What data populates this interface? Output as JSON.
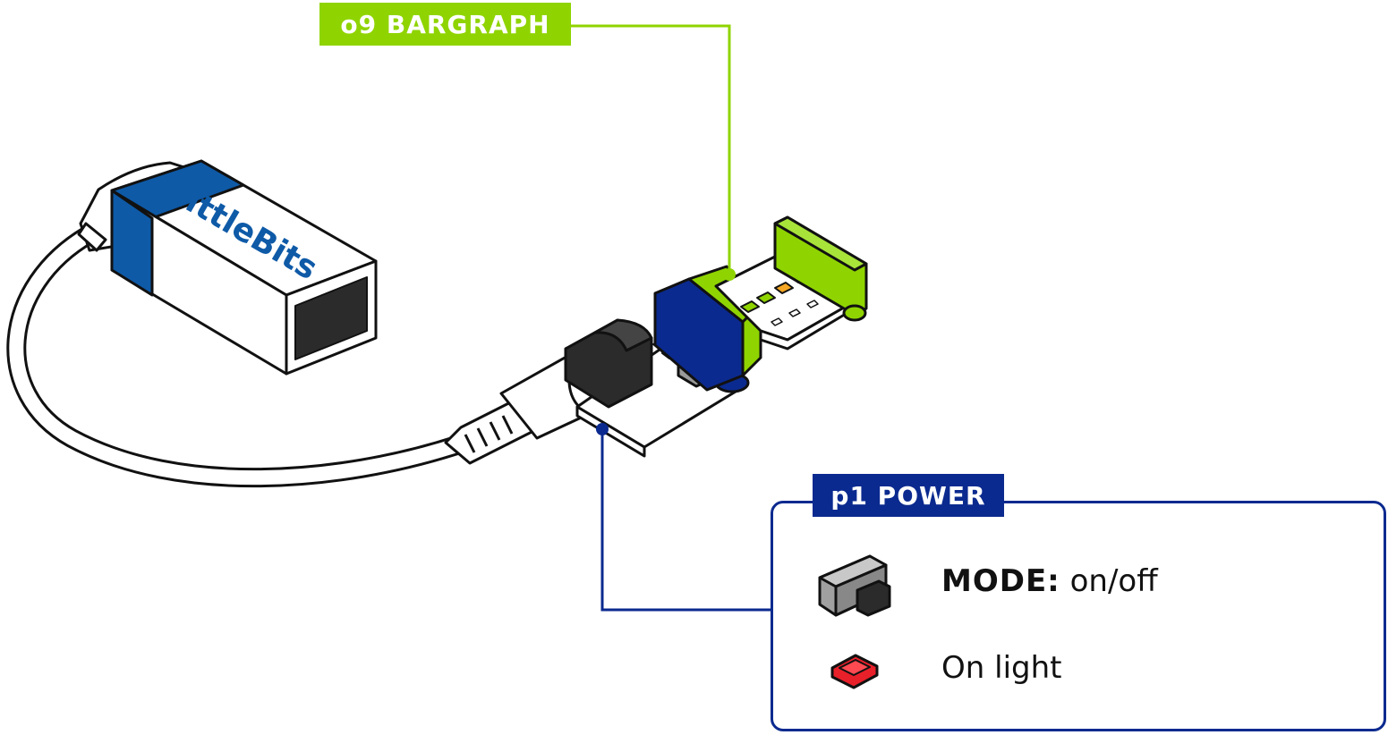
{
  "battery": {
    "brand_text": "littleBits"
  },
  "bargraph_label": "o9 BARGRAPH",
  "power_label": "p1 POWER",
  "legend": {
    "mode_label": "MODE:",
    "mode_value": " on/off",
    "on_light_label": "On light"
  },
  "colors": {
    "bargraph_green": "#8fd400",
    "power_blue": "#0b2a8f",
    "battery_blue": "#0e5aa7",
    "led_red": "#e8202a",
    "led_orange": "#f5a623",
    "led_green": "#8fd400"
  }
}
